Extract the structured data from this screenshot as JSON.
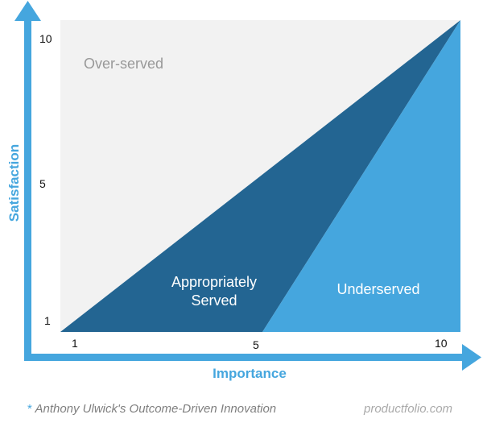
{
  "regions": {
    "over_served": "Over-served",
    "appropriately_served_line1": "Appropriately",
    "appropriately_served_line2": "Served",
    "underserved": "Underserved"
  },
  "axes": {
    "x_title": "Importance",
    "y_title": "Satisfaction",
    "x_ticks": [
      "1",
      "5",
      "10"
    ],
    "y_ticks": [
      "10",
      "5",
      "1"
    ]
  },
  "footer": {
    "star": "*",
    "attribution": "Anthony Ulwick's Outcome-Driven Innovation",
    "brand": "productfolio.com"
  },
  "colors": {
    "background_region": "#f2f2f2",
    "appropriately_served": "#236592",
    "underserved": "#45a6de",
    "axis": "#45a6de",
    "over_served_text": "#999999"
  }
}
